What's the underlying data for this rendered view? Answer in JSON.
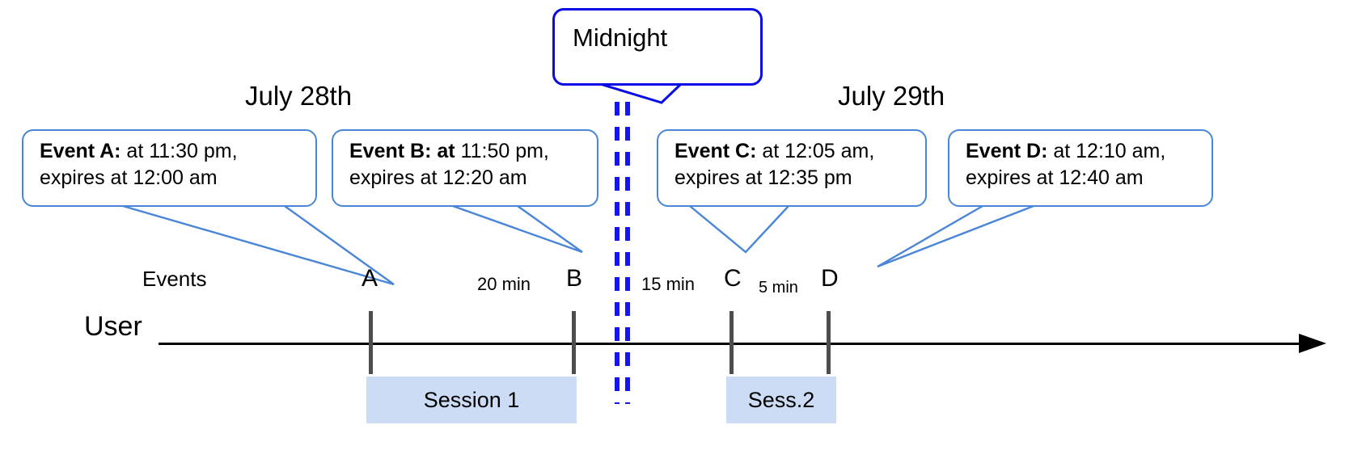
{
  "diagram": {
    "title_note": "Event lifetime across midnight boundary timeline",
    "colors": {
      "callout_border": "#4a86d8",
      "midnight_border": "#0a0ae6",
      "midnight_dash": "#1515ef",
      "session_fill": "#ccdcf5",
      "axis": "#000000",
      "tick": "#4d4d4d"
    }
  },
  "midnight": {
    "label": "Midnight"
  },
  "dates": [
    {
      "label": "July 28th"
    },
    {
      "label": "July 29th"
    }
  ],
  "row_labels": {
    "events": "Events",
    "user": "User"
  },
  "callouts": [
    {
      "id": "event-a",
      "bold": "Event A:",
      "rest_line1": " at 11:30 pm,",
      "line2": "expires at 12:00 am"
    },
    {
      "id": "event-b",
      "bold": "Event B: at",
      "rest_line1": " 11:50 pm,",
      "line2": "expires at 12:20 am"
    },
    {
      "id": "event-c",
      "bold": "Event C:",
      "rest_line1": " at 12:05 am,",
      "line2": "expires at 12:35 pm"
    },
    {
      "id": "event-d",
      "bold": "Event D:",
      "rest_line1": "  at 12:10 am,",
      "line2": "expires at 12:40 am"
    }
  ],
  "events": [
    {
      "letter": "A"
    },
    {
      "letter": "B"
    },
    {
      "letter": "C"
    },
    {
      "letter": "D"
    }
  ],
  "gaps": [
    {
      "label": "20 min"
    },
    {
      "label": "15 min"
    },
    {
      "label": "5 min"
    }
  ],
  "sessions": [
    {
      "label": "Session 1"
    },
    {
      "label": "Sess.2"
    }
  ]
}
